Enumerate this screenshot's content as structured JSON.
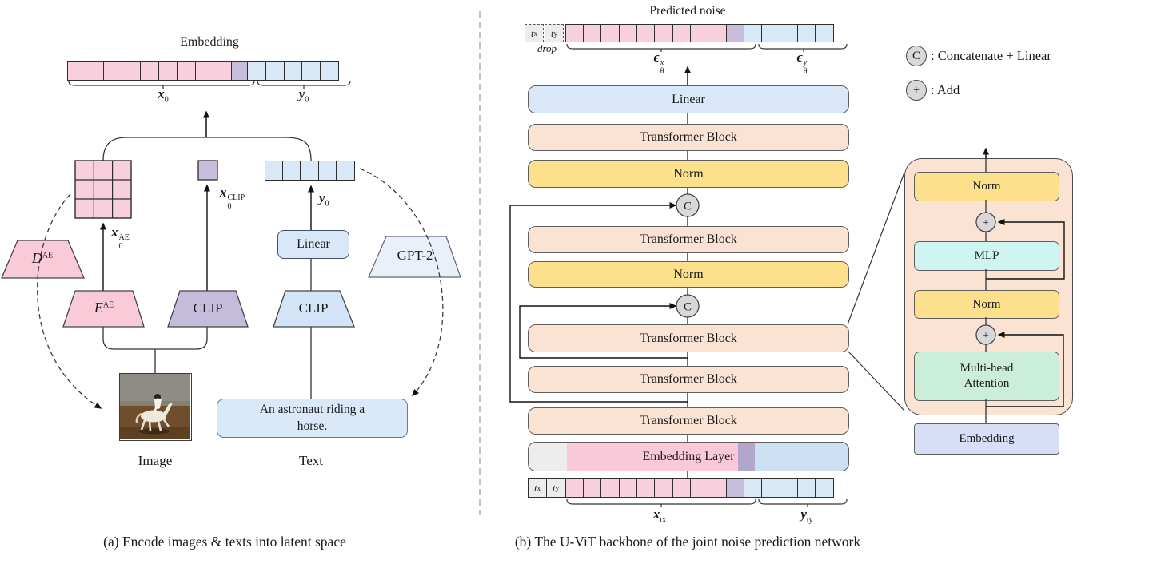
{
  "colors": {
    "pink": "#f8cfdd",
    "purple": "#c7bedd",
    "blue": "#d9e8f7",
    "gray": "#ededed",
    "peach": "#fbe3d4",
    "yellow": "#fce08c",
    "linear_blue": "#dae7f8",
    "cyan": "#cff5f2",
    "green": "#cbeeda",
    "lavender": "#d7def6",
    "circle_gray": "#d8d8d8",
    "trap_pink": "#f9cbd9",
    "trap_purple": "#c5bcdb",
    "trap_blue": "#d2e4f5",
    "trap_gpt": "#e9f0fa",
    "textbox_blue": "#d9e9f9",
    "emb_gray": "#ededed",
    "emb_pink": "#f9c9da",
    "emb_purple": "#b3a6cc",
    "emb_blue": "#cde0f3"
  },
  "panel_a": {
    "caption": "(a) Encode images & texts into latent space",
    "embedding_label": "Embedding",
    "strip": {
      "cells": [
        {
          "color": "pink",
          "n": 9,
          "w": 24
        },
        {
          "color": "purple",
          "n": 1,
          "w": 21
        },
        {
          "color": "blue",
          "n": 5,
          "w": 24
        }
      ]
    },
    "y_tokens": {
      "cells": [
        {
          "color": "blue",
          "n": 5,
          "w": 23.5
        }
      ]
    },
    "x0": {
      "base": "x",
      "sub": "0"
    },
    "y0": {
      "base": "y",
      "sub": "0"
    },
    "x0_ae": {
      "base": "x",
      "sup": "AE",
      "sub": "0"
    },
    "x0_clip": {
      "base": "x",
      "sup": "CLIP",
      "sub": "0"
    },
    "y0_mid": {
      "base": "y",
      "sub": "0"
    },
    "linear_label": "Linear",
    "decoder": {
      "base": "D",
      "sup": "AE"
    },
    "encoder": {
      "base": "E",
      "sup": "AE"
    },
    "clip_image_label": "CLIP",
    "clip_text_label": "CLIP",
    "gpt2_label": "GPT-2",
    "image_label": "Image",
    "text_label": "Text",
    "prompt_line1": "An astronaut riding a",
    "prompt_line2": "horse."
  },
  "panel_b": {
    "caption": "(b) The U-ViT backbone of the joint noise prediction network",
    "predicted_noise_label": "Predicted noise",
    "drop_label": "drop",
    "t_x": {
      "base": "t",
      "sub": "x"
    },
    "t_y": {
      "base": "t",
      "sub": "y"
    },
    "eps_x": {
      "base": "ϵ",
      "sup": "x",
      "sub": "θ"
    },
    "eps_y": {
      "base": "ϵ",
      "sup": "y",
      "sub": "θ"
    },
    "x_tx": {
      "base": "x",
      "sub": "t",
      "subsub": "x"
    },
    "y_ty": {
      "base": "y",
      "sub": "t",
      "subsub": "y"
    },
    "top_strip": {
      "cells": [
        {
          "color": "pink",
          "n": 9,
          "w": 23.5
        },
        {
          "color": "purple",
          "n": 1,
          "w": 23.5
        },
        {
          "color": "blue",
          "n": 5,
          "w": 23.5
        }
      ]
    },
    "bottom_strip": {
      "cells": [
        {
          "color": "pink",
          "n": 9,
          "w": 23.5
        },
        {
          "color": "purple",
          "n": 1,
          "w": 23.5
        },
        {
          "color": "blue",
          "n": 5,
          "w": 23.5
        }
      ]
    },
    "stack": {
      "linear": "Linear",
      "transformer": "Transformer Block",
      "norm": "Norm",
      "embedding_layer": "Embedding Layer",
      "concat": "C"
    },
    "legend": {
      "c_symbol": "C",
      "c_text": ": Concatenate + Linear",
      "plus_symbol": "+",
      "plus_text": ": Add"
    },
    "detail": {
      "norm_top": "Norm",
      "plus": "+",
      "mlp": "MLP",
      "norm_bottom": "Norm",
      "mha_line1": "Multi-head",
      "mha_line2": "Attention",
      "embedding": "Embedding"
    }
  }
}
